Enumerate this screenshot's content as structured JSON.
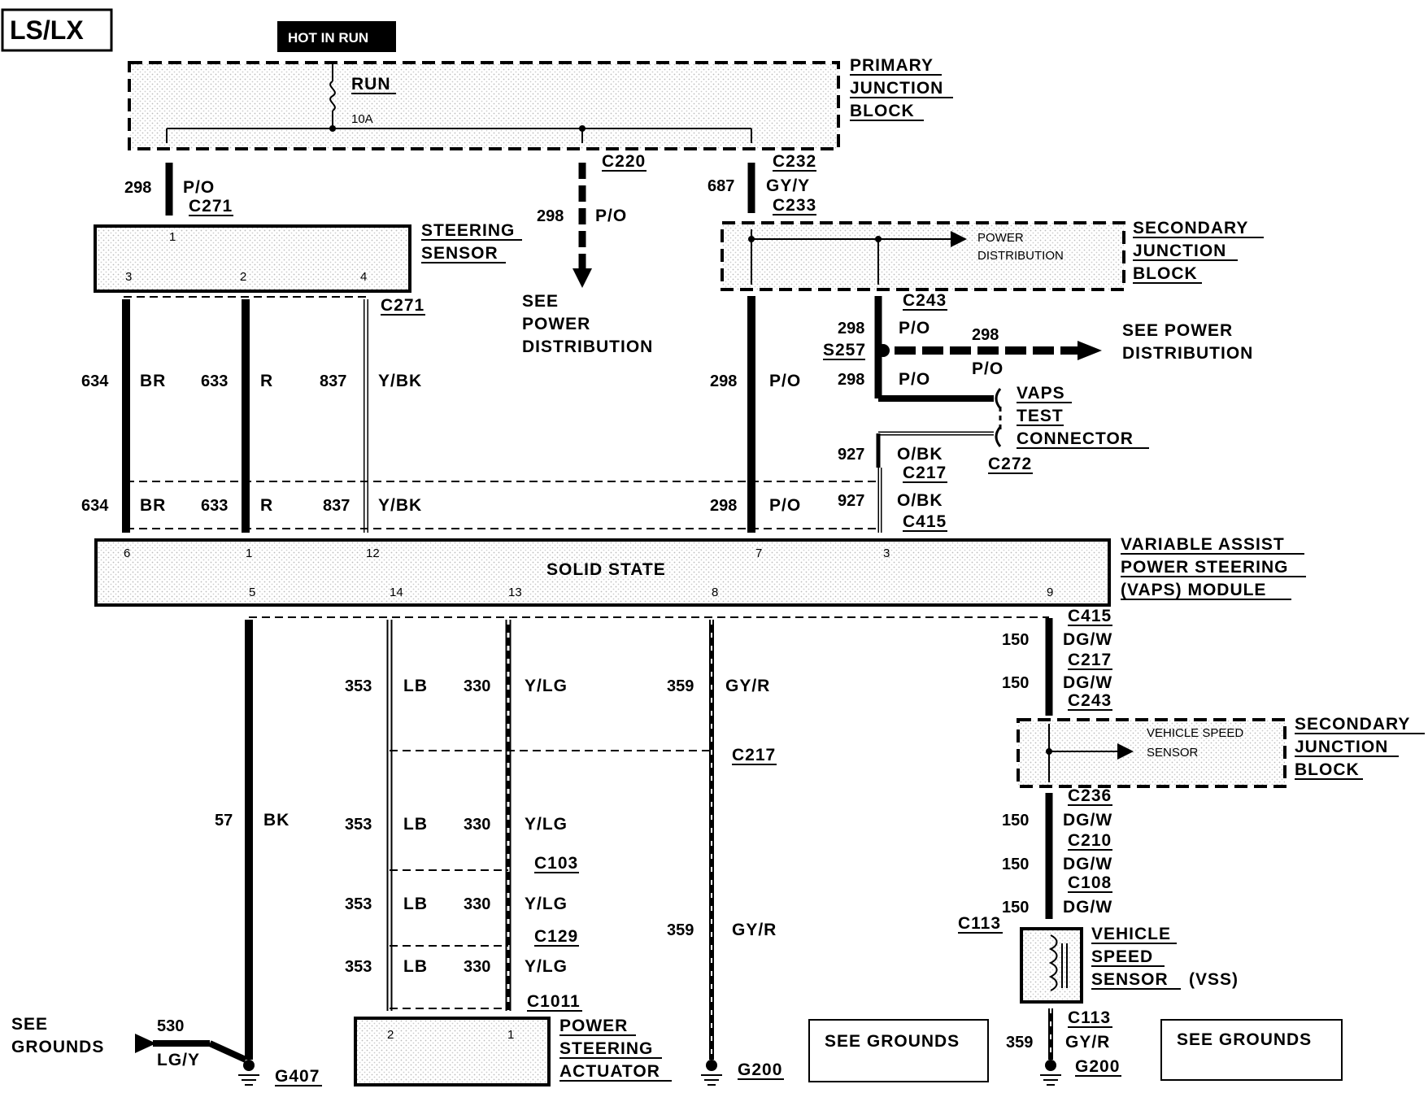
{
  "title": "LS/LX",
  "hot_label": "HOT IN RUN",
  "fuse": {
    "name": "RUN",
    "rating": "10A"
  },
  "pjb": {
    "line1": "PRIMARY",
    "line2": "JUNCTION",
    "line3": "BLOCK"
  },
  "sjb": {
    "line1": "SECONDARY",
    "line2": "JUNCTION",
    "line3": "BLOCK",
    "power_dist_1": "POWER",
    "power_dist_2": "DISTRIBUTION",
    "vss_1": "VEHICLE SPEED",
    "vss_2": "SENSOR"
  },
  "steering_sensor": {
    "line1": "STEERING",
    "line2": "SENSOR",
    "pins": [
      "1",
      "3",
      "2",
      "4"
    ]
  },
  "module": {
    "label": "SOLID STATE",
    "name1": "VARIABLE ASSIST",
    "name2": "POWER STEERING",
    "name3": "(VAPS) MODULE",
    "top_pins": [
      "6",
      "1",
      "12",
      "7",
      "3"
    ],
    "bottom_pins": [
      "5",
      "14",
      "13",
      "8",
      "9"
    ]
  },
  "connectors": {
    "c220": "C220",
    "c232": "C232",
    "c233": "C233",
    "c271": "C271",
    "c243": "C243",
    "s257": "S257",
    "c217": "C217",
    "c415": "C415",
    "c272": "C272",
    "c236": "C236",
    "c210": "C210",
    "c108": "C108",
    "c113": "C113",
    "c103": "C103",
    "c129": "C129",
    "c1011": "C1011",
    "g407": "G407",
    "g200": "G200"
  },
  "wires": {
    "w298": "298",
    "po": "P/O",
    "w687": "687",
    "gyy": "GY/Y",
    "w634": "634",
    "br": "BR",
    "w633": "633",
    "r": "R",
    "w837": "837",
    "ybk": "Y/BK",
    "w927": "927",
    "obk": "O/BK",
    "w150": "150",
    "dgw": "DG/W",
    "w353": "353",
    "lb": "LB",
    "w330": "330",
    "ylg": "Y/LG",
    "w359": "359",
    "gyr": "GY/R",
    "w57": "57",
    "bk": "BK",
    "w530": "530",
    "lgy": "LG/Y"
  },
  "see_power_dist": {
    "line1": "SEE",
    "line2": "POWER",
    "line3": "DISTRIBUTION",
    "right1": "SEE POWER",
    "right2": "DISTRIBUTION"
  },
  "vaps_test": {
    "line1": "VAPS",
    "line2": "TEST",
    "line3": "CONNECTOR"
  },
  "vss": {
    "line1": "VEHICLE",
    "line2": "SPEED",
    "line3": "SENSOR",
    "line3b": "(VSS)"
  },
  "actuator": {
    "line1": "POWER",
    "line2": "STEERING",
    "line3": "ACTUATOR",
    "pins": [
      "2",
      "1"
    ]
  },
  "see_grounds": {
    "line1": "SEE",
    "line2": "GROUNDS",
    "box": "SEE GROUNDS"
  }
}
